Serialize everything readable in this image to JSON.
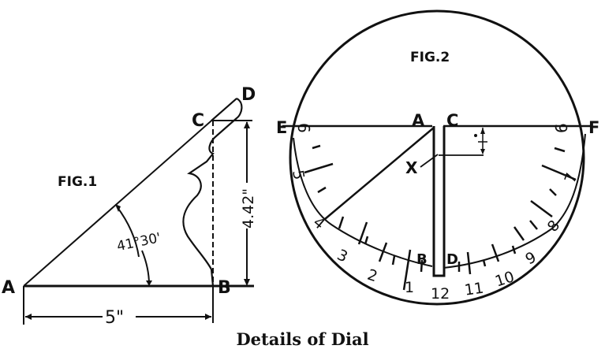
{
  "caption": "Details of Dial",
  "fig1": {
    "title": "FIG.1",
    "points": {
      "A": "A",
      "B": "B",
      "C": "C",
      "D": "D"
    },
    "angle_label": "41°30'",
    "height_label": "4.42\"",
    "base_label": "5\""
  },
  "fig2": {
    "title": "FIG.2",
    "points": {
      "E": "E",
      "F": "F",
      "A": "A",
      "C": "C",
      "B": "B",
      "D": "D",
      "X": "X"
    },
    "hours": {
      "h6_left": "6",
      "h5": "5",
      "h4": "4",
      "h3": "3",
      "h2": "2",
      "h1": "1",
      "h12": "12",
      "h11": "11",
      "h10": "10",
      "h9": "9",
      "h8": "8",
      "h7": "7",
      "h6_right": "6"
    }
  }
}
